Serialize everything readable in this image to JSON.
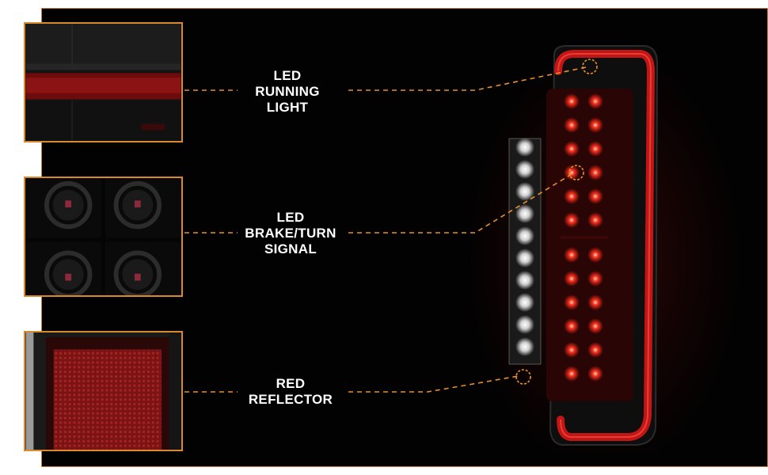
{
  "callouts": [
    {
      "lines": [
        "LED",
        "RUNNING",
        "LIGHT"
      ],
      "icon": "led-running-light-closeup"
    },
    {
      "lines": [
        "LED",
        "BRAKE/TURN",
        "SIGNAL"
      ],
      "icon": "led-brake-turn-closeup"
    },
    {
      "lines": [
        "RED",
        "REFLECTOR"
      ],
      "icon": "red-reflector-closeup"
    }
  ],
  "colors": {
    "accent": "#e8902e",
    "background": "#020202",
    "led_red": "#ff2a1a",
    "led_white": "#ffffff",
    "text": "#ffffff"
  }
}
